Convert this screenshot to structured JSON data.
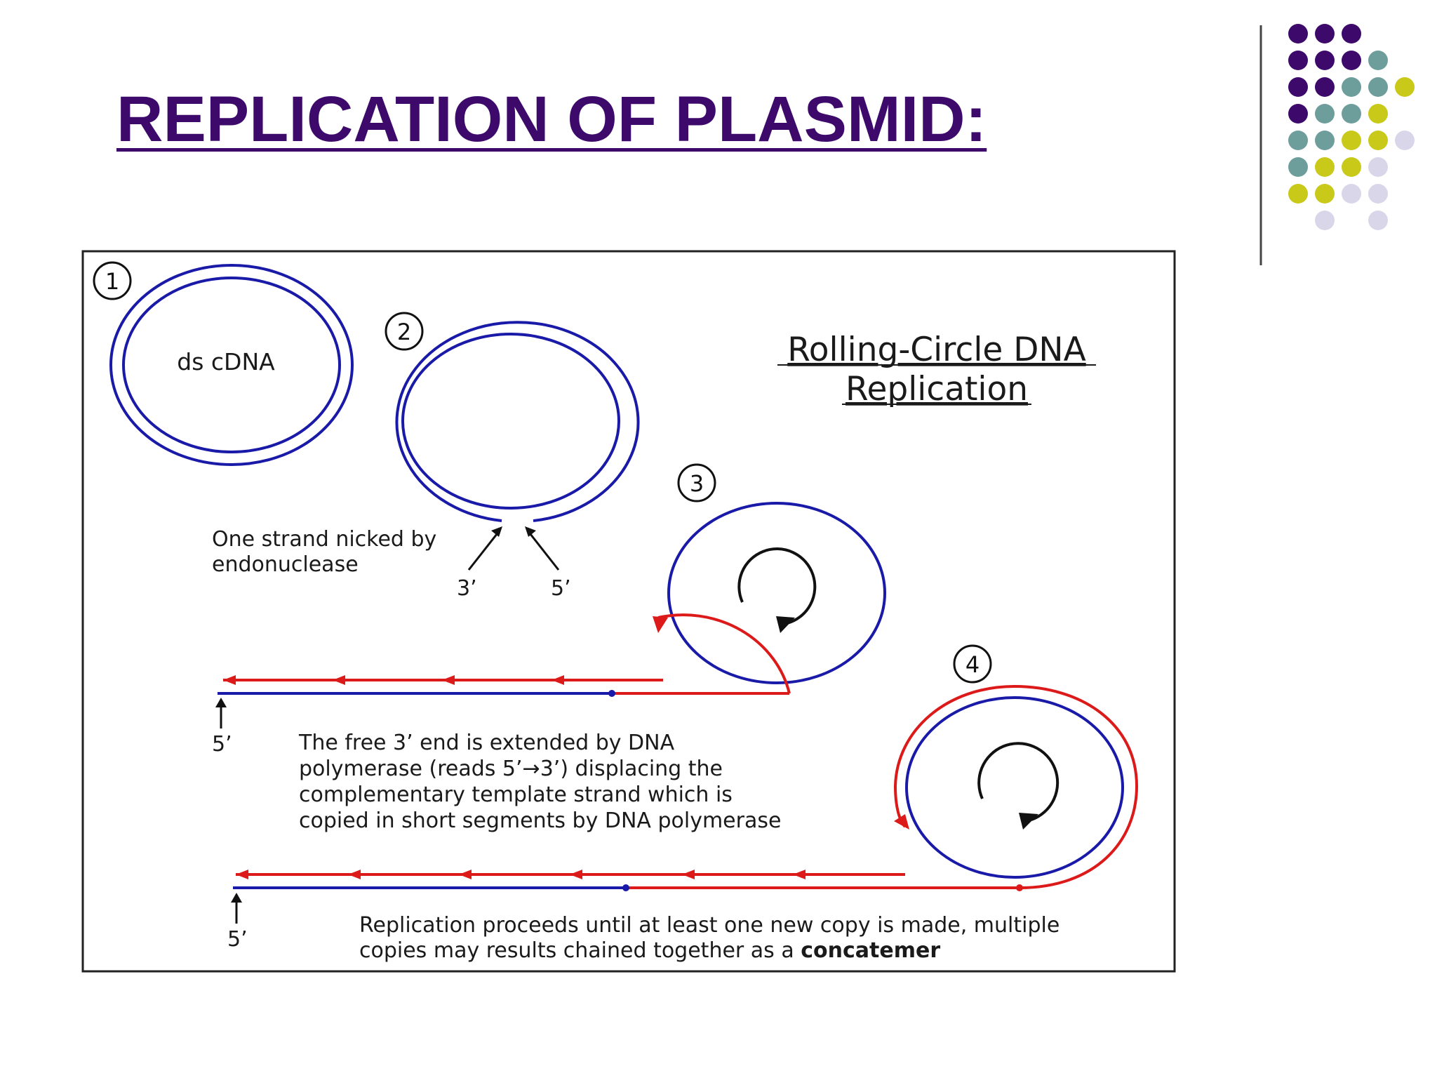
{
  "slide": {
    "title": "REPLICATION OF PLASMID:"
  },
  "diagram": {
    "heading_line1": "Rolling-Circle DNA",
    "heading_line2": "Replication",
    "step_numbers": [
      "1",
      "2",
      "3",
      "4"
    ],
    "step1_label": "ds cDNA",
    "step2_caption_line1": "One strand nicked by",
    "step2_caption_line2": "endonuclease",
    "end_3prime": "3’",
    "end_5prime": "5’",
    "step3_caption_lines": [
      "The free 3’ end is extended by DNA",
      "polymerase (reads 5’→3’) displacing the",
      "complementary template strand which is",
      "copied in short segments by DNA polymerase"
    ],
    "step4_caption_line1": "Replication proceeds until at least one new copy is made, multiple",
    "step4_caption_line2_prefix": "copies may results chained together as a ",
    "step4_caption_line2_bold": "concatemer"
  },
  "colors": {
    "title": "#3d0a6b",
    "template_strand": "#1a1aa8",
    "new_strand": "#dd1a1a",
    "dot_purple": "#3d0a6b",
    "dot_teal": "#6e9e9b",
    "dot_olive": "#c9c91a",
    "dot_lavender": "#d9d6ea"
  }
}
